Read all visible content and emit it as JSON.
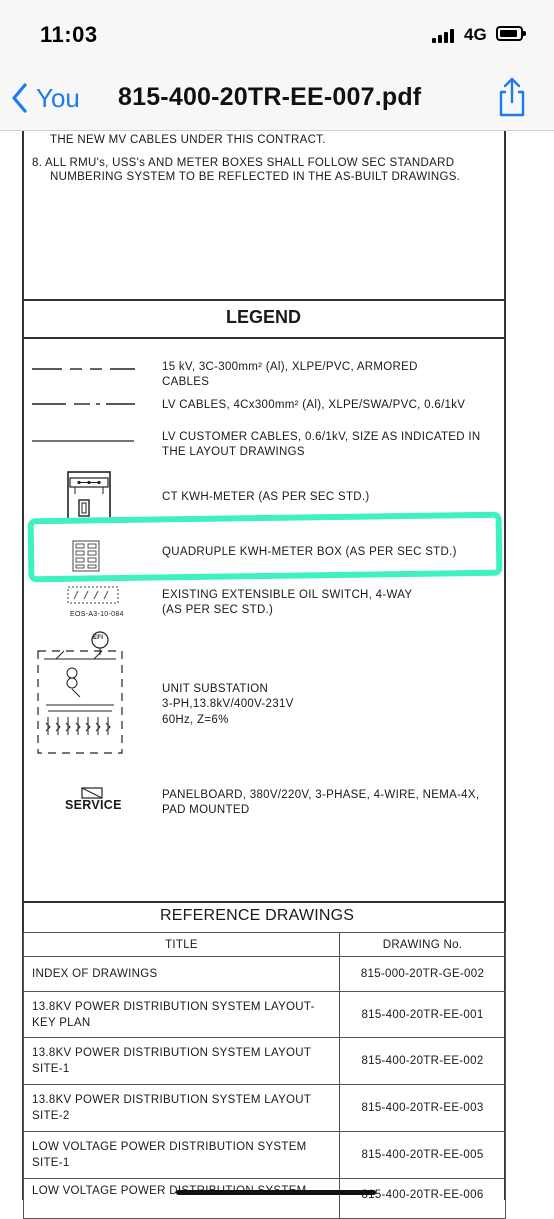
{
  "status_bar": {
    "time": "11:03",
    "network": "4G"
  },
  "nav": {
    "back_label": "You",
    "title": "815-400-20TR-EE-007.pdf"
  },
  "notes": {
    "line_top": "THE NEW MV CABLES UNDER THIS CONTRACT.",
    "item8_line1": "8. ALL RMU's, USS's AND METER BOXES SHALL FOLLOW SEC STANDARD",
    "item8_line2": "NUMBERING SYSTEM TO BE REFLECTED IN THE AS-BUILT DRAWINGS."
  },
  "legend": {
    "title": "LEGEND",
    "items": [
      {
        "line1": "15 kV, 3C-300mm² (Al), XLPE/PVC, ARMORED",
        "line2": "CABLES",
        "line3": ""
      },
      {
        "line1": "LV CABLES, 4Cx300mm² (Al), XLPE/SWA/PVC, 0.6/1kV",
        "line2": "",
        "line3": ""
      },
      {
        "line1": "LV CUSTOMER CABLES, 0.6/1kV, SIZE AS INDICATED IN",
        "line2": "THE LAYOUT DRAWINGS",
        "line3": ""
      },
      {
        "line1": "CT KWH-METER (AS PER SEC STD.)",
        "line2": "",
        "line3": ""
      },
      {
        "line1": "QUADRUPLE KWH-METER BOX (AS PER SEC STD.)",
        "line2": "",
        "line3": ""
      },
      {
        "line1": "EXISTING EXTENSIBLE OIL SWITCH, 4-WAY",
        "line2": "(AS PER SEC STD.)",
        "line3": ""
      },
      {
        "line1": "UNIT SUBSTATION",
        "line2": "3-PH,13.8kV/400V-231V",
        "line3": "60Hz, Z=6%"
      },
      {
        "line1": "PANELBOARD, 380V/220V, 3-PHASE, 4-WIRE, NEMA-4X,",
        "line2": "PAD MOUNTED",
        "line3": ""
      }
    ],
    "symbol_labels": {
      "oil_switch_tag": "EOS-A3-10-084",
      "efi": "EFI",
      "service": "SERVICE"
    }
  },
  "reference": {
    "title": "REFERENCE DRAWINGS",
    "col_title": "TITLE",
    "col_no": "DRAWING No.",
    "rows": [
      {
        "title": "INDEX OF DRAWINGS",
        "title2": "",
        "no": "815-000-20TR-GE-002"
      },
      {
        "title": "13.8KV POWER DISTRIBUTION SYSTEM LAYOUT-",
        "title2": "KEY PLAN",
        "no": "815-400-20TR-EE-001"
      },
      {
        "title": "13.8KV POWER DISTRIBUTION SYSTEM LAYOUT",
        "title2": "SITE-1",
        "no": "815-400-20TR-EE-002"
      },
      {
        "title": "13.8KV POWER DISTRIBUTION SYSTEM LAYOUT",
        "title2": "SITE-2",
        "no": "815-400-20TR-EE-003"
      },
      {
        "title": "LOW VOLTAGE POWER DISTRIBUTION SYSTEM",
        "title2": "SITE-1",
        "no": "815-400-20TR-EE-005"
      },
      {
        "title": "LOW VOLTAGE POWER DISTRIBUTION SYSTEM",
        "title2": "",
        "no": "815-400-20TR-EE-006"
      }
    ]
  },
  "colors": {
    "accent": "#1b7cf2",
    "highlight": "#3ff0c0"
  }
}
